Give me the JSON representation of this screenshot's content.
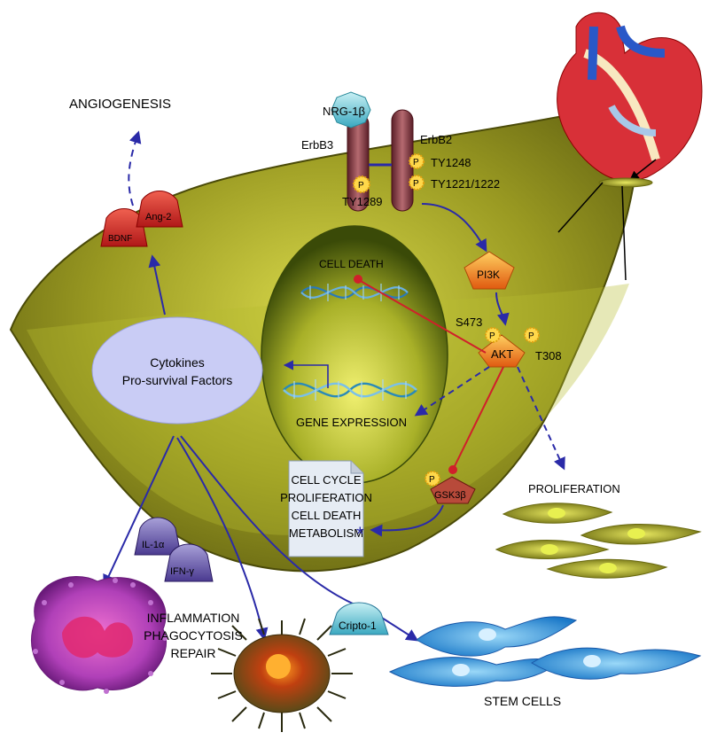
{
  "labels": {
    "angiogenesis": "ANGIOGENESIS",
    "nrg": "NRG-1β",
    "erbb3": "ErbB3",
    "erbb2": "ErbB2",
    "ty1248": "TY1248",
    "ty1221": "TY1221/1222",
    "ty1289": "TY1289",
    "p": "P",
    "ang2": "Ang-2",
    "bdnf": "BDNF",
    "pi3k": "PI3K",
    "cell_death_top": "CELL DEATH",
    "s473": "S473",
    "akt": "AKT",
    "t308": "T308",
    "cytokines_line1": "Cytokines",
    "cytokines_line2": "Pro-survival Factors",
    "gene_expression": "GENE EXPRESSION",
    "doc_line1": "CELL CYCLE",
    "doc_line2": "PROLIFERATION",
    "doc_line3": "CELL DEATH",
    "doc_line4": "METABOLISM",
    "gsk3b": "GSK3β",
    "proliferation": "PROLIFERATION",
    "il1a": "IL-1α",
    "ifng": "IFN-γ",
    "inflammation_line1": "INFLAMMATION",
    "inflammation_line2": "PHAGOCYTOSIS",
    "inflammation_line3": "REPAIR",
    "cripto": "Cripto-1",
    "stem_cells": "STEM CELLS"
  },
  "colors": {
    "cell_body": "#8a8a1c",
    "arrow": "#2a2aa8",
    "inhibit": "#d0202a",
    "receptor": "#8a3a40",
    "cytokine_ellipse": "#c9ccf5"
  }
}
